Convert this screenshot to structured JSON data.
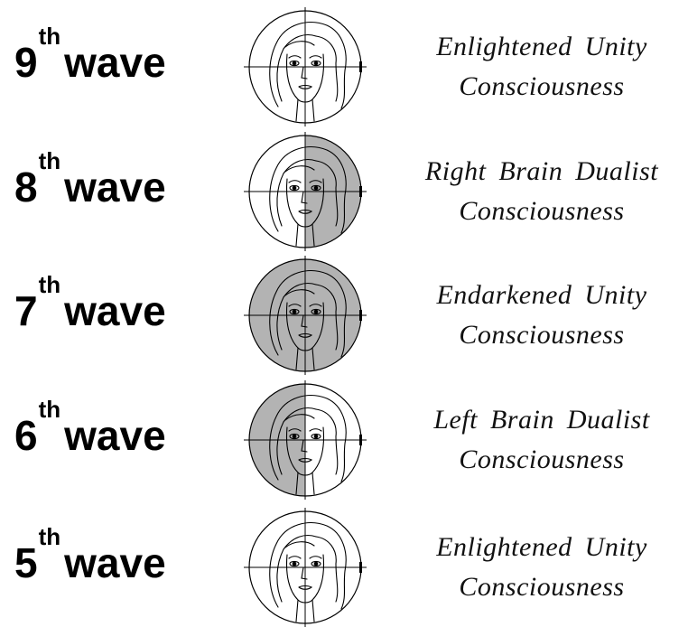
{
  "waves": [
    {
      "number": "9",
      "suffix": "th",
      "word": "wave",
      "shade": "none",
      "line1": "Enlightened Unity",
      "line2": "Consciousness"
    },
    {
      "number": "8",
      "suffix": "th",
      "word": "wave",
      "shade": "right",
      "line1": "Right Brain Dualist",
      "line2": "Consciousness"
    },
    {
      "number": "7",
      "suffix": "th",
      "word": "wave",
      "shade": "full",
      "line1": "Endarkened Unity",
      "line2": "Consciousness"
    },
    {
      "number": "6",
      "suffix": "th",
      "word": "wave",
      "shade": "left",
      "line1": "Left Brain Dualist",
      "line2": "Consciousness"
    },
    {
      "number": "5",
      "suffix": "th",
      "word": "wave",
      "shade": "none",
      "line1": "Enlightened Unity",
      "line2": "Consciousness"
    }
  ],
  "colors": {
    "shade": "#b3b3b3",
    "ink": "#000000"
  }
}
